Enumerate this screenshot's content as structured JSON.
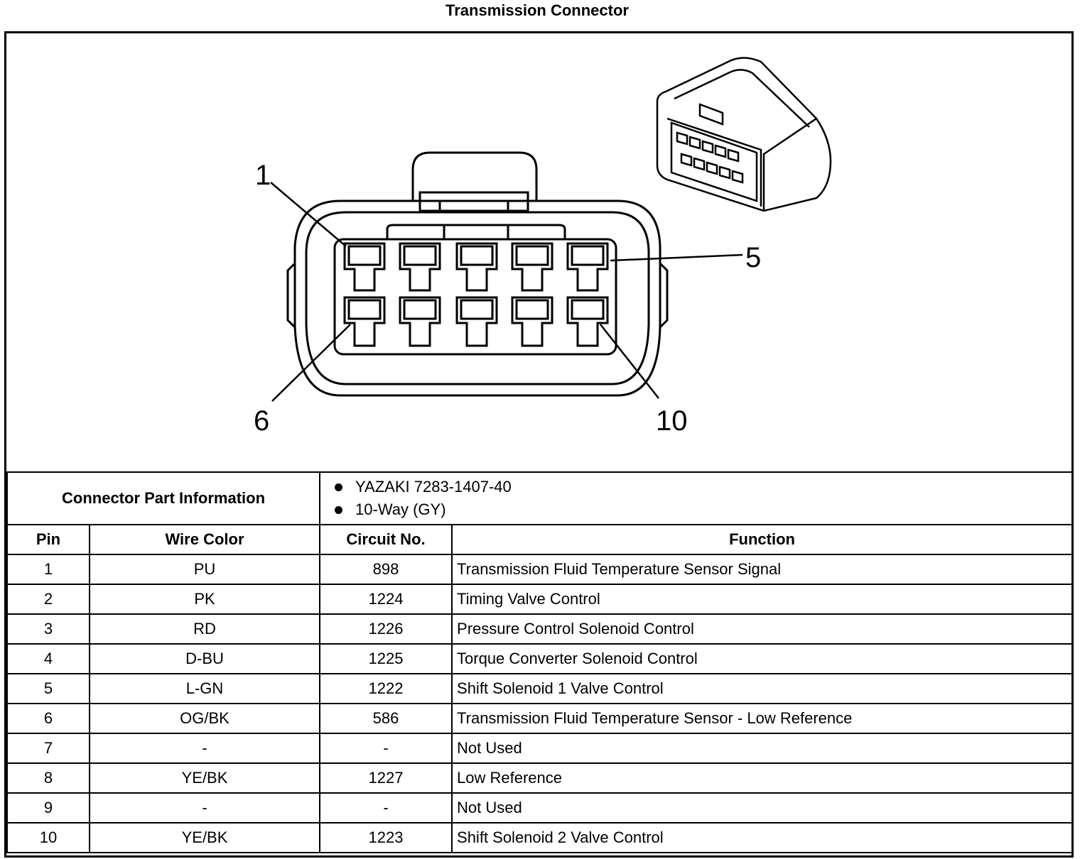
{
  "title": "Transmission Connector",
  "callouts": {
    "pin1": "1",
    "pin5": "5",
    "pin6": "6",
    "pin10": "10"
  },
  "part_info": {
    "label": "Connector Part Information",
    "items": [
      "YAZAKI 7283-1407-40",
      "10-Way (GY)"
    ]
  },
  "table": {
    "headers": [
      "Pin",
      "Wire Color",
      "Circuit No.",
      "Function"
    ],
    "rows": [
      [
        "1",
        "PU",
        "898",
        "Transmission Fluid Temperature Sensor Signal"
      ],
      [
        "2",
        "PK",
        "1224",
        "Timing Valve Control"
      ],
      [
        "3",
        "RD",
        "1226",
        "Pressure Control Solenoid Control"
      ],
      [
        "4",
        "D-BU",
        "1225",
        "Torque Converter Solenoid Control"
      ],
      [
        "5",
        "L-GN",
        "1222",
        "Shift Solenoid 1 Valve Control"
      ],
      [
        "6",
        "OG/BK",
        "586",
        "Transmission Fluid Temperature Sensor - Low Reference"
      ],
      [
        "7",
        "-",
        "-",
        "Not Used"
      ],
      [
        "8",
        "YE/BK",
        "1227",
        "Low Reference"
      ],
      [
        "9",
        "-",
        "-",
        "Not Used"
      ],
      [
        "10",
        "YE/BK",
        "1223",
        "Shift Solenoid 2 Valve Control"
      ]
    ]
  }
}
